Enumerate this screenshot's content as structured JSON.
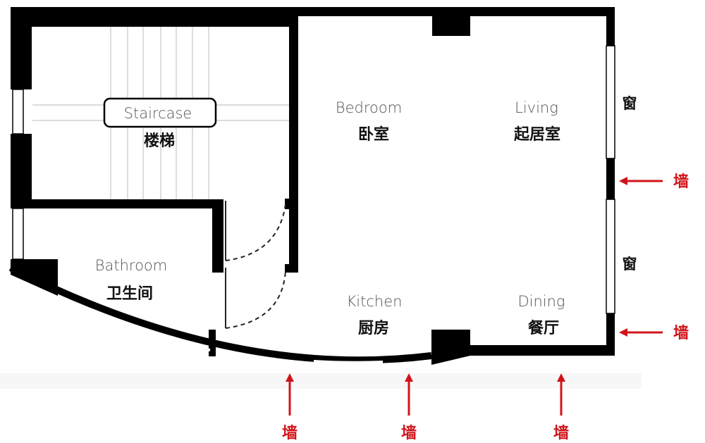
{
  "floorplan": {
    "rooms": [
      {
        "id": "staircase",
        "label_en": "Staircase",
        "label_zh": "楼梯"
      },
      {
        "id": "bedroom",
        "label_en": "Bedroom",
        "label_zh": "卧室"
      },
      {
        "id": "living",
        "label_en": "Living",
        "label_zh": "起居室"
      },
      {
        "id": "bathroom",
        "label_en": "Bathroom",
        "label_zh": "卫生间"
      },
      {
        "id": "kitchen",
        "label_en": "Kitchen",
        "label_zh": "厨房"
      },
      {
        "id": "dining",
        "label_en": "Dining",
        "label_zh": "餐厅"
      }
    ],
    "windows": [
      {
        "label": "窗"
      },
      {
        "label": "窗"
      }
    ],
    "wall_annotations": [
      {
        "label": "墙",
        "direction": "left"
      },
      {
        "label": "墙",
        "direction": "left"
      },
      {
        "label": "墙",
        "direction": "up"
      },
      {
        "label": "墙",
        "direction": "up"
      },
      {
        "label": "墙",
        "direction": "up"
      }
    ],
    "colors": {
      "wall": "#000000",
      "annotation": "#d0141a",
      "stair_lines": "#c8c8c8",
      "label_en": "#555555"
    }
  }
}
